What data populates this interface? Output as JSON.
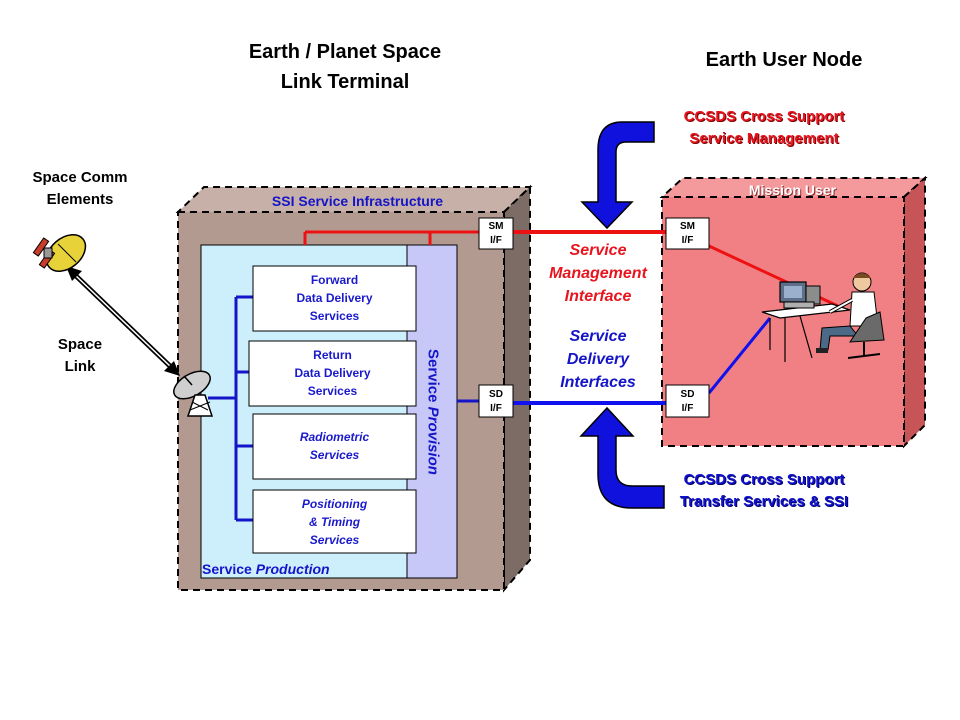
{
  "titles": {
    "terminal_line1": "Earth / Planet Space",
    "terminal_line2": "Link Terminal",
    "user_node": "Earth User Node"
  },
  "labels": {
    "space_comm_line1": "Space Comm",
    "space_comm_line2": "Elements",
    "space_link_line1": "Space",
    "space_link_line2": "Link",
    "ssi_infrastructure": "SSI Service Infrastructure",
    "mission_user": "Mission User",
    "service_word": "Service",
    "production_word": "Production",
    "provision_word": "Provision",
    "mgmt_line1": "CCSDS Cross Support",
    "mgmt_line2": "Service Management",
    "transfer_line1": "CCSDS Cross Support",
    "transfer_line2": "Transfer Services & SSI",
    "smi_line1": "Service",
    "smi_line2": "Management",
    "smi_line3": "Interface",
    "sdi_line1": "Service",
    "sdi_line2": "Delivery",
    "sdi_line3": "Interfaces"
  },
  "services": {
    "forward": [
      "Forward",
      "Data Delivery",
      "Services"
    ],
    "return": [
      "Return",
      "Data Delivery",
      "Services"
    ],
    "radiometric": [
      "Radiometric",
      "Services"
    ],
    "positioning": [
      "Positioning",
      "& Timing",
      "Services"
    ]
  },
  "interfaces": {
    "sm_left": [
      "SM",
      "I/F"
    ],
    "sd_left": [
      "SD",
      "I/F"
    ],
    "sm_right": [
      "SM",
      "I/F"
    ],
    "sd_right": [
      "SD",
      "I/F"
    ]
  },
  "colors": {
    "infrastructure_box": "#b39a91",
    "mission_box": "#f08083",
    "production_box": "#cdeefb",
    "provision_bar": "#c8c8f8",
    "management_line": "#ee1111",
    "delivery_line": "#1111ee"
  }
}
